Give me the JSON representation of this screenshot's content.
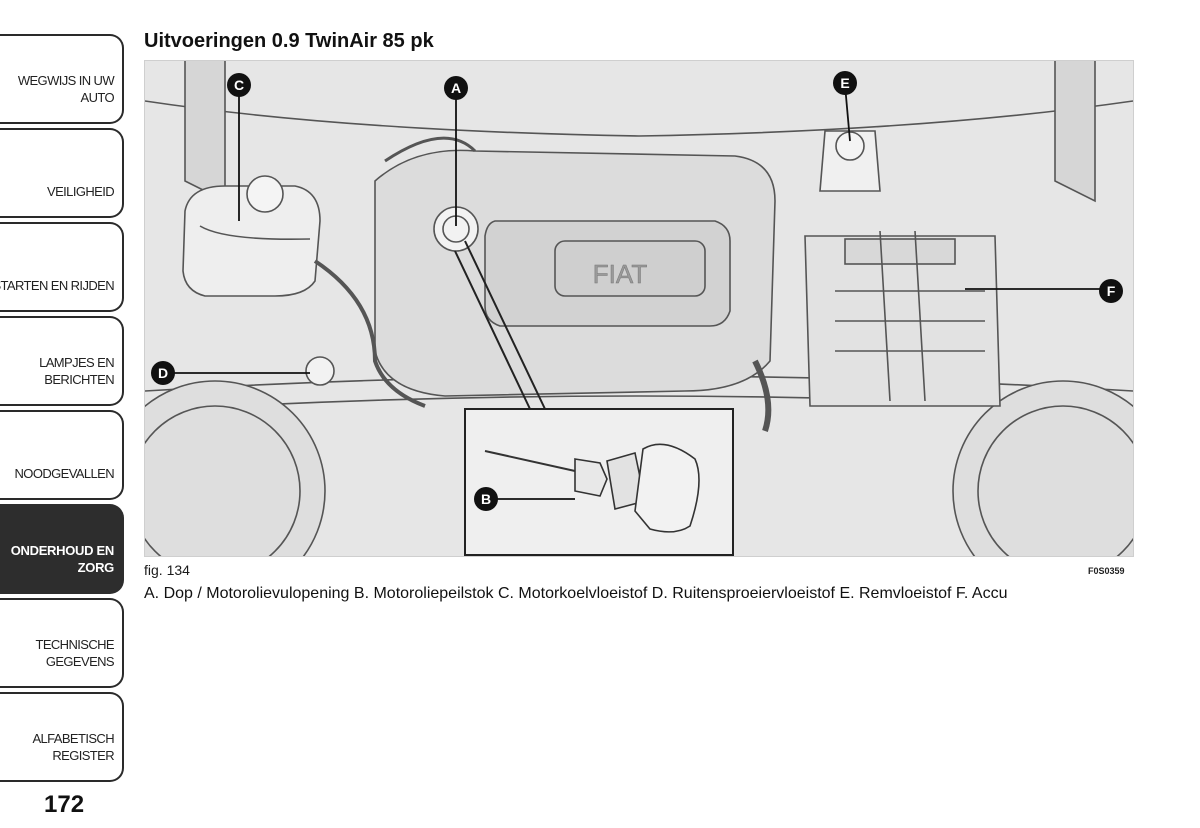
{
  "sidebar": {
    "tabs": [
      {
        "label": "WEGWIJS IN UW\nAUTO",
        "active": false
      },
      {
        "label": "VEILIGHEID",
        "active": false
      },
      {
        "label": "STARTEN EN RIJDEN",
        "active": false
      },
      {
        "label": "LAMPJES EN\nBERICHTEN",
        "active": false
      },
      {
        "label": "NOODGEVALLEN",
        "active": false
      },
      {
        "label": "ONDERHOUD EN\nZORG",
        "active": true
      },
      {
        "label": "TECHNISCHE\nGEGEVENS",
        "active": false
      },
      {
        "label": "ALFABETISCH\nREGISTER",
        "active": false
      }
    ]
  },
  "page": {
    "heading": "Uitvoeringen 0.9 TwinAir 85 pk",
    "number": "172"
  },
  "figure": {
    "label": "fig. 134",
    "code": "F0S0359",
    "brand_text": "FIAT",
    "callouts": {
      "A": "A",
      "B": "B",
      "C": "C",
      "D": "D",
      "E": "E",
      "F": "F"
    }
  },
  "caption": "A. Dop / Motorolievulopening B. Motoroliepeilstok C. Motorkoelvloeistof D. Ruitensproeiervloeistof E. Remvloeistof F. Accu",
  "colors": {
    "active_tab": "#2d2d2d",
    "figure_bg": "#e6e6e6"
  }
}
